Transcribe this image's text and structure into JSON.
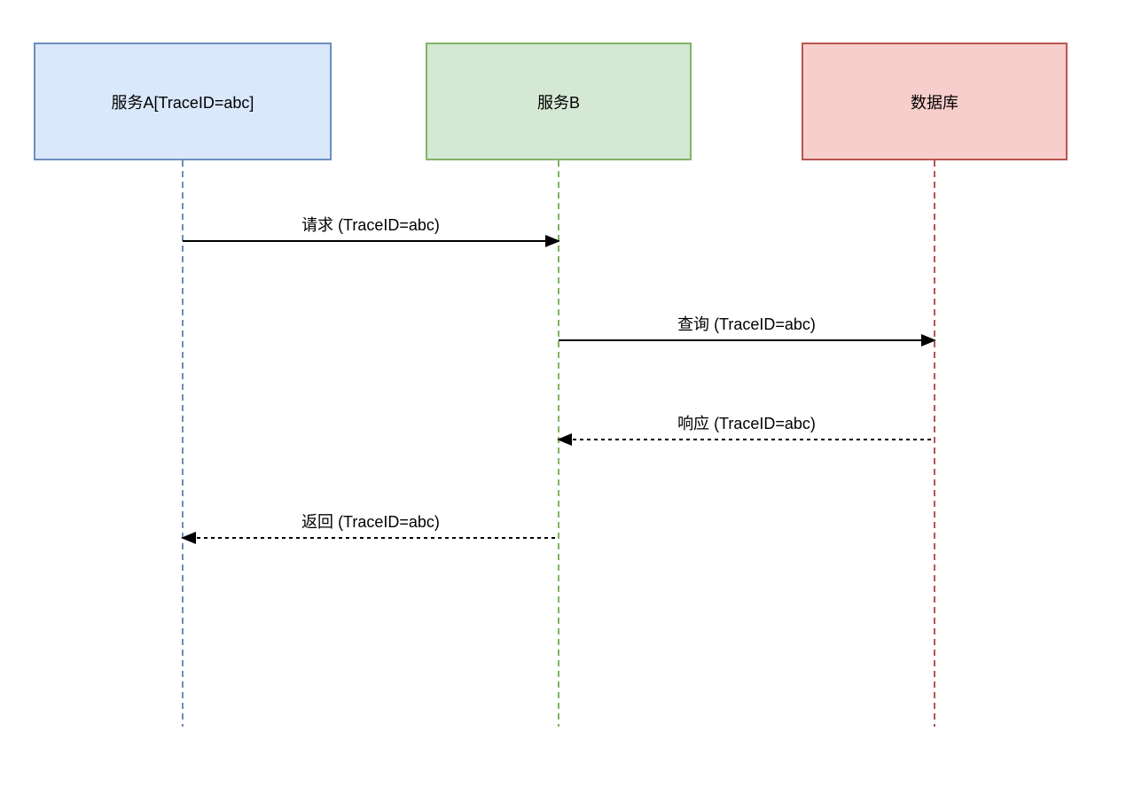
{
  "diagram": {
    "type": "sequence-diagram",
    "background": "#ffffff",
    "line_color": "#000000",
    "participants": [
      {
        "id": "service-a",
        "label": "服务A[TraceID=abc]",
        "fill": "#dae8fc",
        "stroke": "#6c8ebf"
      },
      {
        "id": "service-b",
        "label": "服务B",
        "fill": "#d5e8d4",
        "stroke": "#82b366"
      },
      {
        "id": "database",
        "label": "数据库",
        "fill": "#f8cecc",
        "stroke": "#b85450"
      }
    ],
    "messages": [
      {
        "label": "请求 (TraceID=abc)",
        "from": "service-a",
        "to": "service-b",
        "style": "solid",
        "direction": "right"
      },
      {
        "label": "查询 (TraceID=abc)",
        "from": "service-b",
        "to": "database",
        "style": "solid",
        "direction": "right"
      },
      {
        "label": "响应 (TraceID=abc)",
        "from": "database",
        "to": "service-b",
        "style": "dotted",
        "direction": "left"
      },
      {
        "label": "返回 (TraceID=abc)",
        "from": "service-b",
        "to": "service-a",
        "style": "dotted",
        "direction": "left"
      }
    ]
  }
}
